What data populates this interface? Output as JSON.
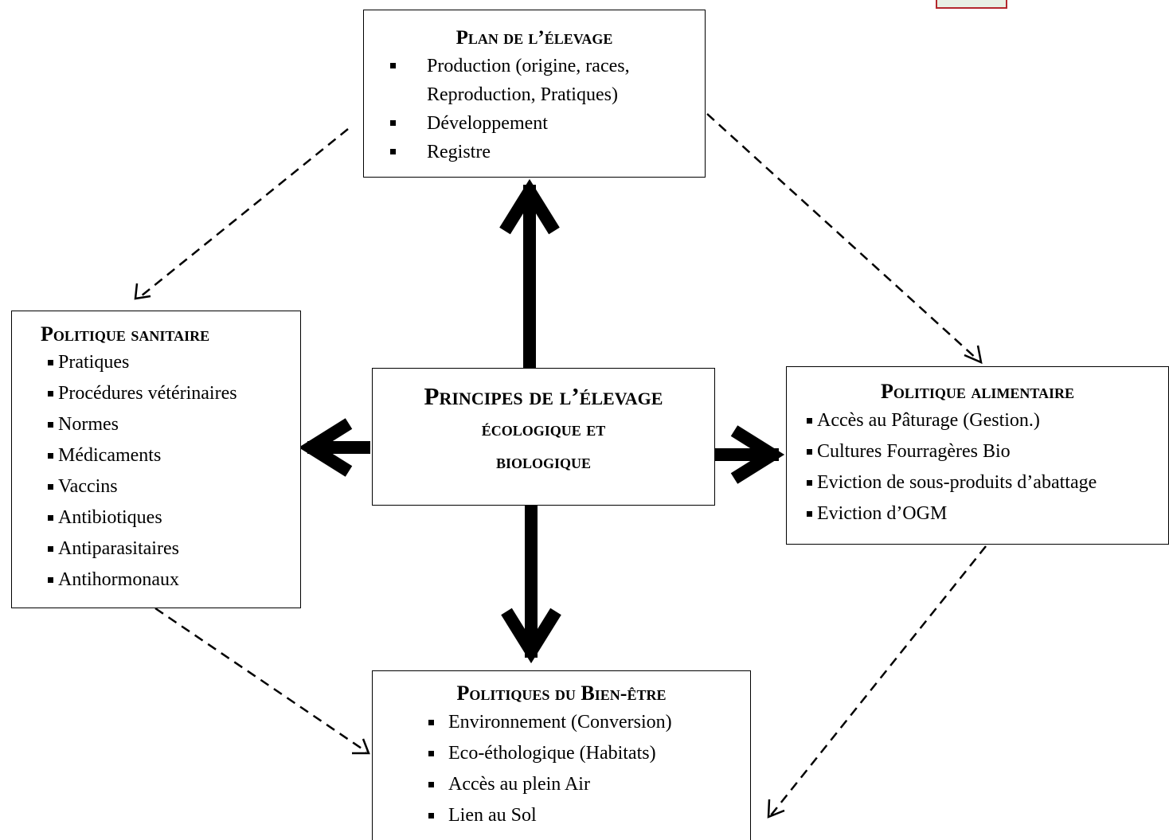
{
  "center": {
    "lines": [
      "Principes de l’élevage",
      "écologique et",
      "biologique"
    ]
  },
  "plan": {
    "title": "Plan de l’élevage",
    "items": [
      "Production (origine, races,",
      "Reproduction, Pratiques)",
      "Développement",
      "Registre"
    ]
  },
  "sanitaire": {
    "title": "Politique sanitaire",
    "items": [
      "Pratiques",
      "Procédures vétérinaires",
      "Normes",
      "Médicaments",
      "Vaccins",
      "Antibiotiques",
      "Antiparasitaires",
      "Antihormonaux"
    ]
  },
  "alimentaire": {
    "title": "Politique alimentaire",
    "items": [
      "Accès au Pâturage (Gestion.)",
      "Cultures Fourragères Bio",
      "Eviction de sous-produits d’abattage",
      "Eviction d’OGM"
    ]
  },
  "bienetre": {
    "title": "Politiques du Bien-être",
    "items": [
      "Environnement (Conversion)",
      "Eco-éthologique (Habitats)",
      "Accès au plein Air",
      "Lien au Sol"
    ]
  },
  "colors": {
    "line": "#000000",
    "background": "#ffffff",
    "logo_border": "#b3282d"
  }
}
